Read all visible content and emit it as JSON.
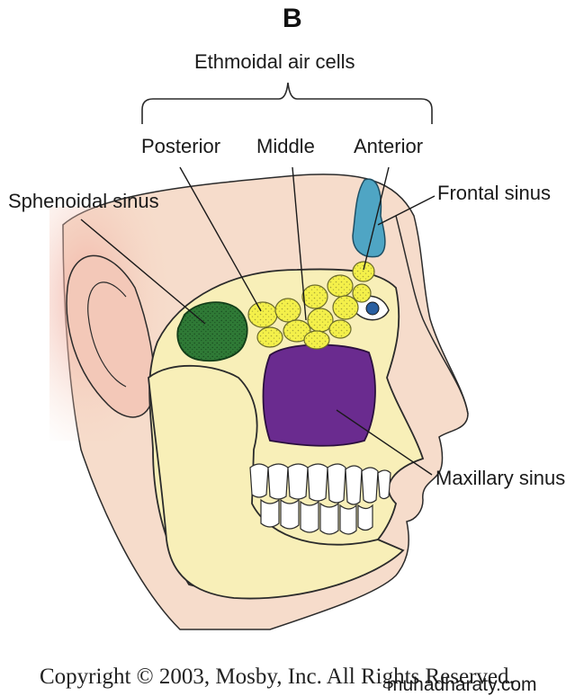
{
  "figure_letter": "B",
  "group_label": "Ethmoidal air cells",
  "labels": {
    "posterior": "Posterior",
    "middle": "Middle",
    "anterior": "Anterior",
    "sphenoidal": "Sphenoidal sinus",
    "frontal": "Frontal sinus",
    "maxillary": "Maxillary sinus"
  },
  "copyright": "Copyright © 2003, Mosby, Inc. All Rights Reserved.",
  "watermark": "muhadharaty.com",
  "colors": {
    "skin": "#f6dccb",
    "skin_shade": "#f3b7a7",
    "bone": "#f8efb8",
    "frontal": "#4fa5c4",
    "ethmoid": "#f4f04a",
    "sphenoid": "#2f7a36",
    "maxillary": "#6a2b8f",
    "outline": "#2b2b2b"
  }
}
